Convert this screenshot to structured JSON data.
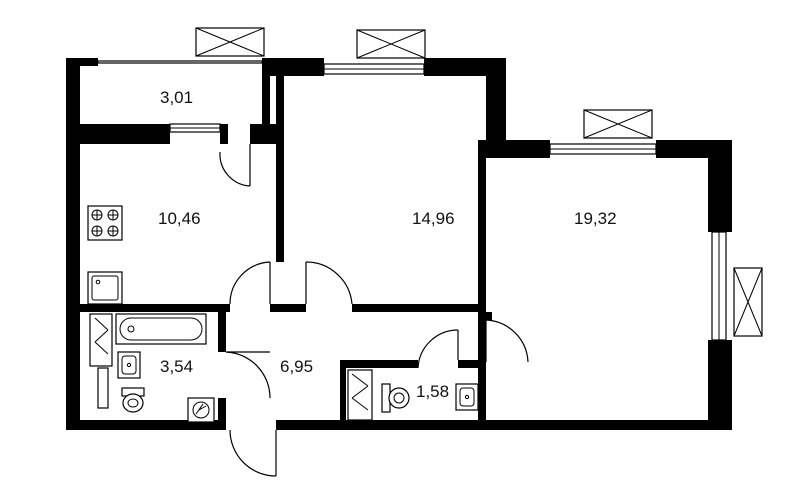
{
  "rooms": {
    "balcony": {
      "area": "3,01"
    },
    "kitchen": {
      "area": "10,46"
    },
    "bedroom": {
      "area": "14,96"
    },
    "living": {
      "area": "19,32"
    },
    "bathroom": {
      "area": "3,54"
    },
    "hall": {
      "area": "6,95"
    },
    "toilet": {
      "area": "1,58"
    }
  },
  "colors": {
    "wall": "#000000",
    "background": "#ffffff",
    "text": "#111111"
  },
  "icons": [
    "stove-icon",
    "sink-icon",
    "bathtub-icon",
    "toilet-icon",
    "washbasin-icon",
    "washing-machine-icon",
    "shower-icon",
    "door-icon",
    "window-icon",
    "ac-unit-icon"
  ]
}
